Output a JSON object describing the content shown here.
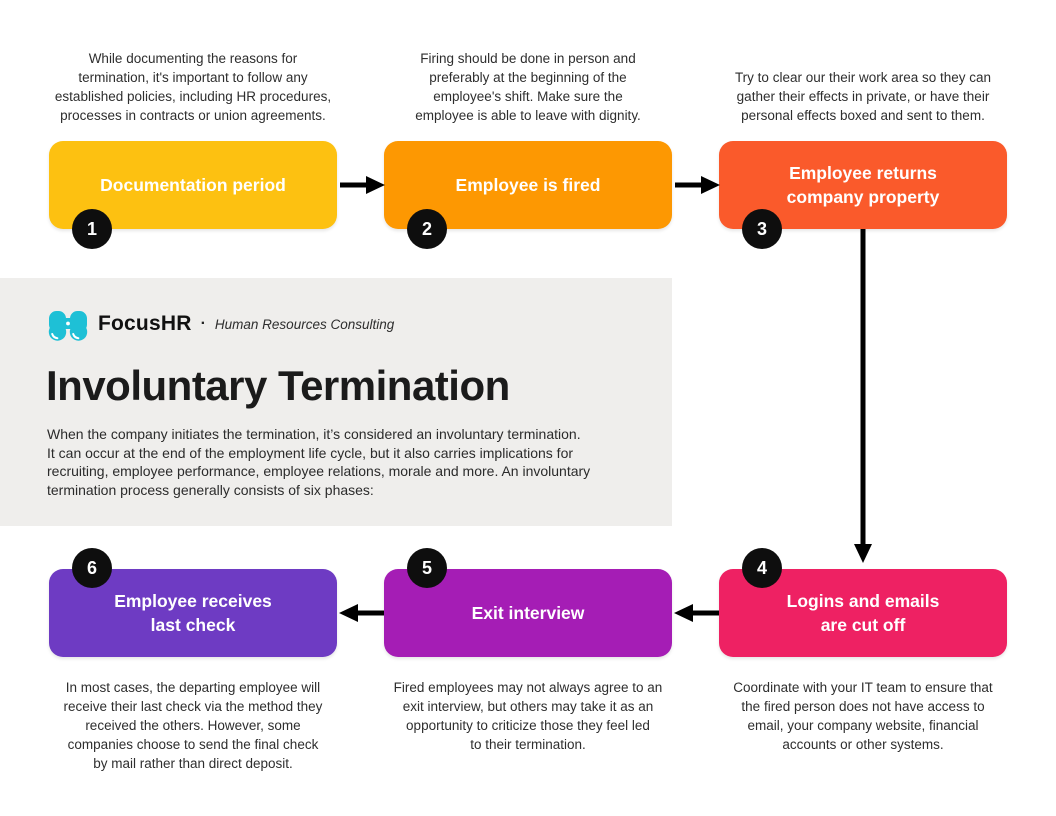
{
  "brand": {
    "logo_icon": "binoculars-icon",
    "logo_color": "#1ec0d6",
    "name": "FocusHR",
    "separator": "·",
    "tagline": "Human Resources Consulting"
  },
  "header": {
    "title": "Involuntary Termination",
    "intro": "When the company initiates the termination, it’s considered an involuntary termination.\nIt can occur at the end of the employment life cycle, but it also carries implications for\nrecruiting, employee performance, employee relations, morale and more. An involuntary\ntermination process generally consists of six phases:"
  },
  "flow": {
    "arrow_color": "#000000",
    "badge_color": "#0e0e0e",
    "panel_color": "#efeeec",
    "steps": [
      {
        "number": "1",
        "label": "Documentation period",
        "color": "#fdc111",
        "description": "While documenting the reasons for\ntermination, it's important to follow any\nestablished policies, including HR procedures,\nprocesses in contracts or union agreements."
      },
      {
        "number": "2",
        "label": "Employee is fired",
        "color": "#fd9802",
        "description": "Firing should be done in person and\npreferably at the beginning of the\nemployee's shift. Make sure the\nemployee is able to leave with dignity."
      },
      {
        "number": "3",
        "label": "Employee returns\ncompany property",
        "color": "#fa5a2b",
        "description": "Try to clear our their work area so they can\ngather their effects in private, or have their\npersonal effects boxed and sent to them."
      },
      {
        "number": "4",
        "label": "Logins and emails\nare cut off",
        "color": "#ee2163",
        "description": "Coordinate with your IT team to ensure that\nthe fired person does not have access to\nemail, your company website, financial\naccounts or other systems."
      },
      {
        "number": "5",
        "label": "Exit interview",
        "color": "#a51db5",
        "description": "Fired employees may not always agree to an\nexit interview, but others may take it as an\nopportunity to criticize those they feel led\nto their termination."
      },
      {
        "number": "6",
        "label": "Employee receives\nlast check",
        "color": "#6e3bc3",
        "description": "In most cases, the departing employee will\nreceive their last check via the method they\nreceived the others. However, some\ncompanies choose to send the final check\nby mail rather than direct deposit."
      }
    ]
  }
}
